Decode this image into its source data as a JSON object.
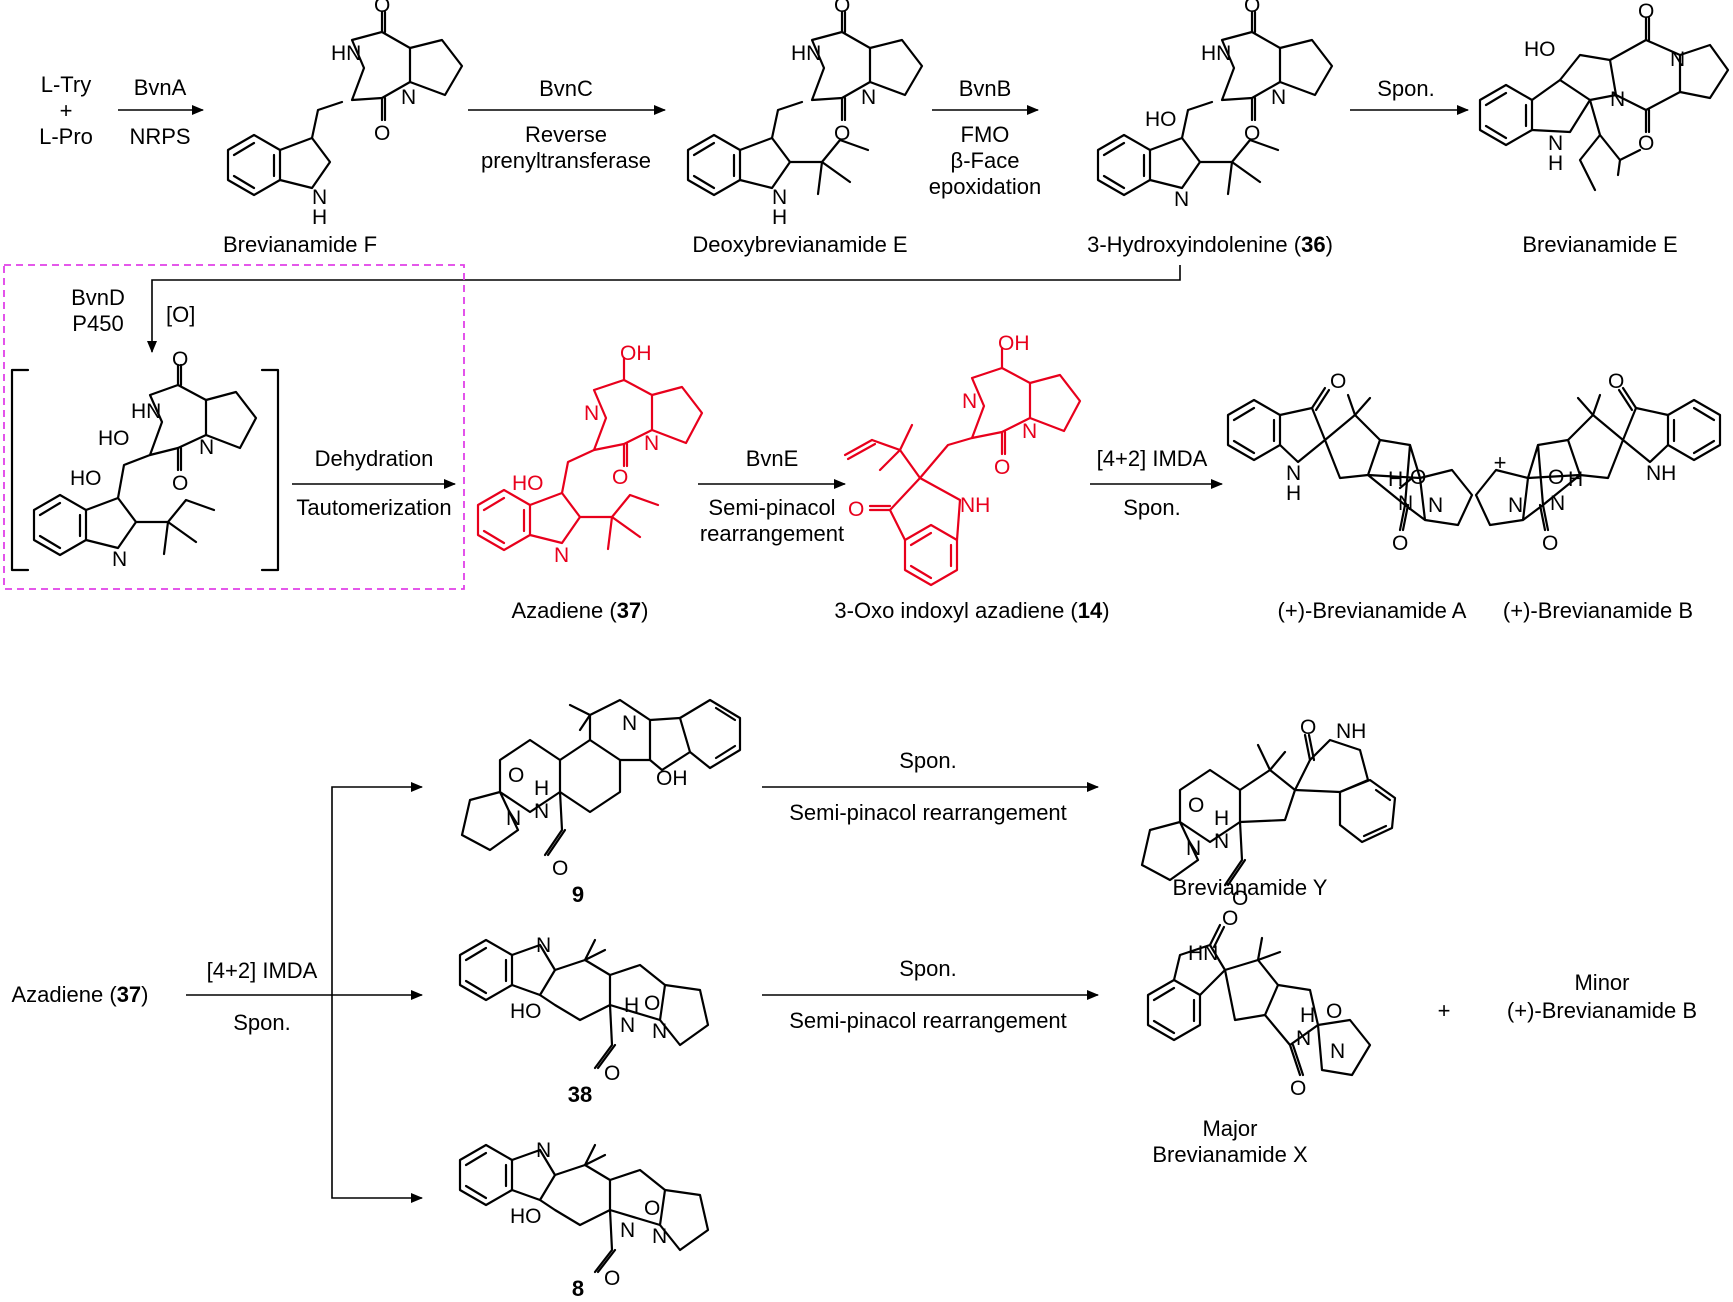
{
  "colors": {
    "ink": "#000000",
    "highlight": "#e8001c",
    "box": "#e040e8"
  },
  "start": {
    "line1": "L-Try",
    "plus": "+",
    "line2": "L-Pro"
  },
  "steps": {
    "bvnA": {
      "enzyme": "BvnA",
      "desc": "NRPS"
    },
    "bvnC": {
      "enzyme": "BvnC",
      "desc1": "Reverse",
      "desc2": "prenyltransferase"
    },
    "bvnB": {
      "enzyme": "BvnB",
      "desc1": "FMO",
      "desc2": "β-Face",
      "desc3": "epoxidation"
    },
    "spon1": {
      "label": "Spon."
    },
    "bvnD": {
      "enzyme": "BvnD",
      "desc": "P450",
      "ox": "[O]"
    },
    "dehyd": {
      "label1": "Dehydration",
      "label2": "Tautomerization"
    },
    "bvnE": {
      "enzyme": "BvnE",
      "desc1": "Semi-pinacol",
      "desc2": "rearrangement"
    },
    "imda": {
      "label1": "[4+2] IMDA",
      "label2": "Spon."
    },
    "lower_imda": {
      "label1": "[4+2] IMDA",
      "label2": "Spon."
    },
    "spon_y": {
      "label1": "Spon.",
      "label2": "Semi-pinacol rearrangement"
    },
    "spon_x": {
      "label1": "Spon.",
      "label2": "Semi-pinacol rearrangement"
    }
  },
  "compounds": {
    "brevF": "Brevianamide F",
    "deoxyE": "Deoxybrevianamide E",
    "hydroxy36_name": "3-Hydroxyindolenine (",
    "hydroxy36_num": "36",
    "brevE": "Brevianamide E",
    "azadiene37_name": "Azadiene (",
    "azadiene37_num": "37",
    "oxo14_name": "3-Oxo indoxyl azadiene (",
    "oxo14_num": "14",
    "brevA": "(+)-Brevianamide A",
    "brevB": "(+)-Brevianamide B",
    "plusAB": "+",
    "cmpd9": "9",
    "cmpd38": "38",
    "cmpd8": "8",
    "brevY": "Brevianamide Y",
    "brevX_major": "Major",
    "brevX": "Brevianamide X",
    "plusX": "+",
    "minor": "Minor",
    "minorB": "(+)-Brevianamide B",
    "azadiene_lower_name": "Azadiene (",
    "azadiene_lower_num": "37",
    "close": ")"
  },
  "atoms": {
    "O": "O",
    "N": "N",
    "NH": "NH",
    "HN": "HN",
    "H": "H",
    "HO": "HO",
    "OH": "OH"
  }
}
